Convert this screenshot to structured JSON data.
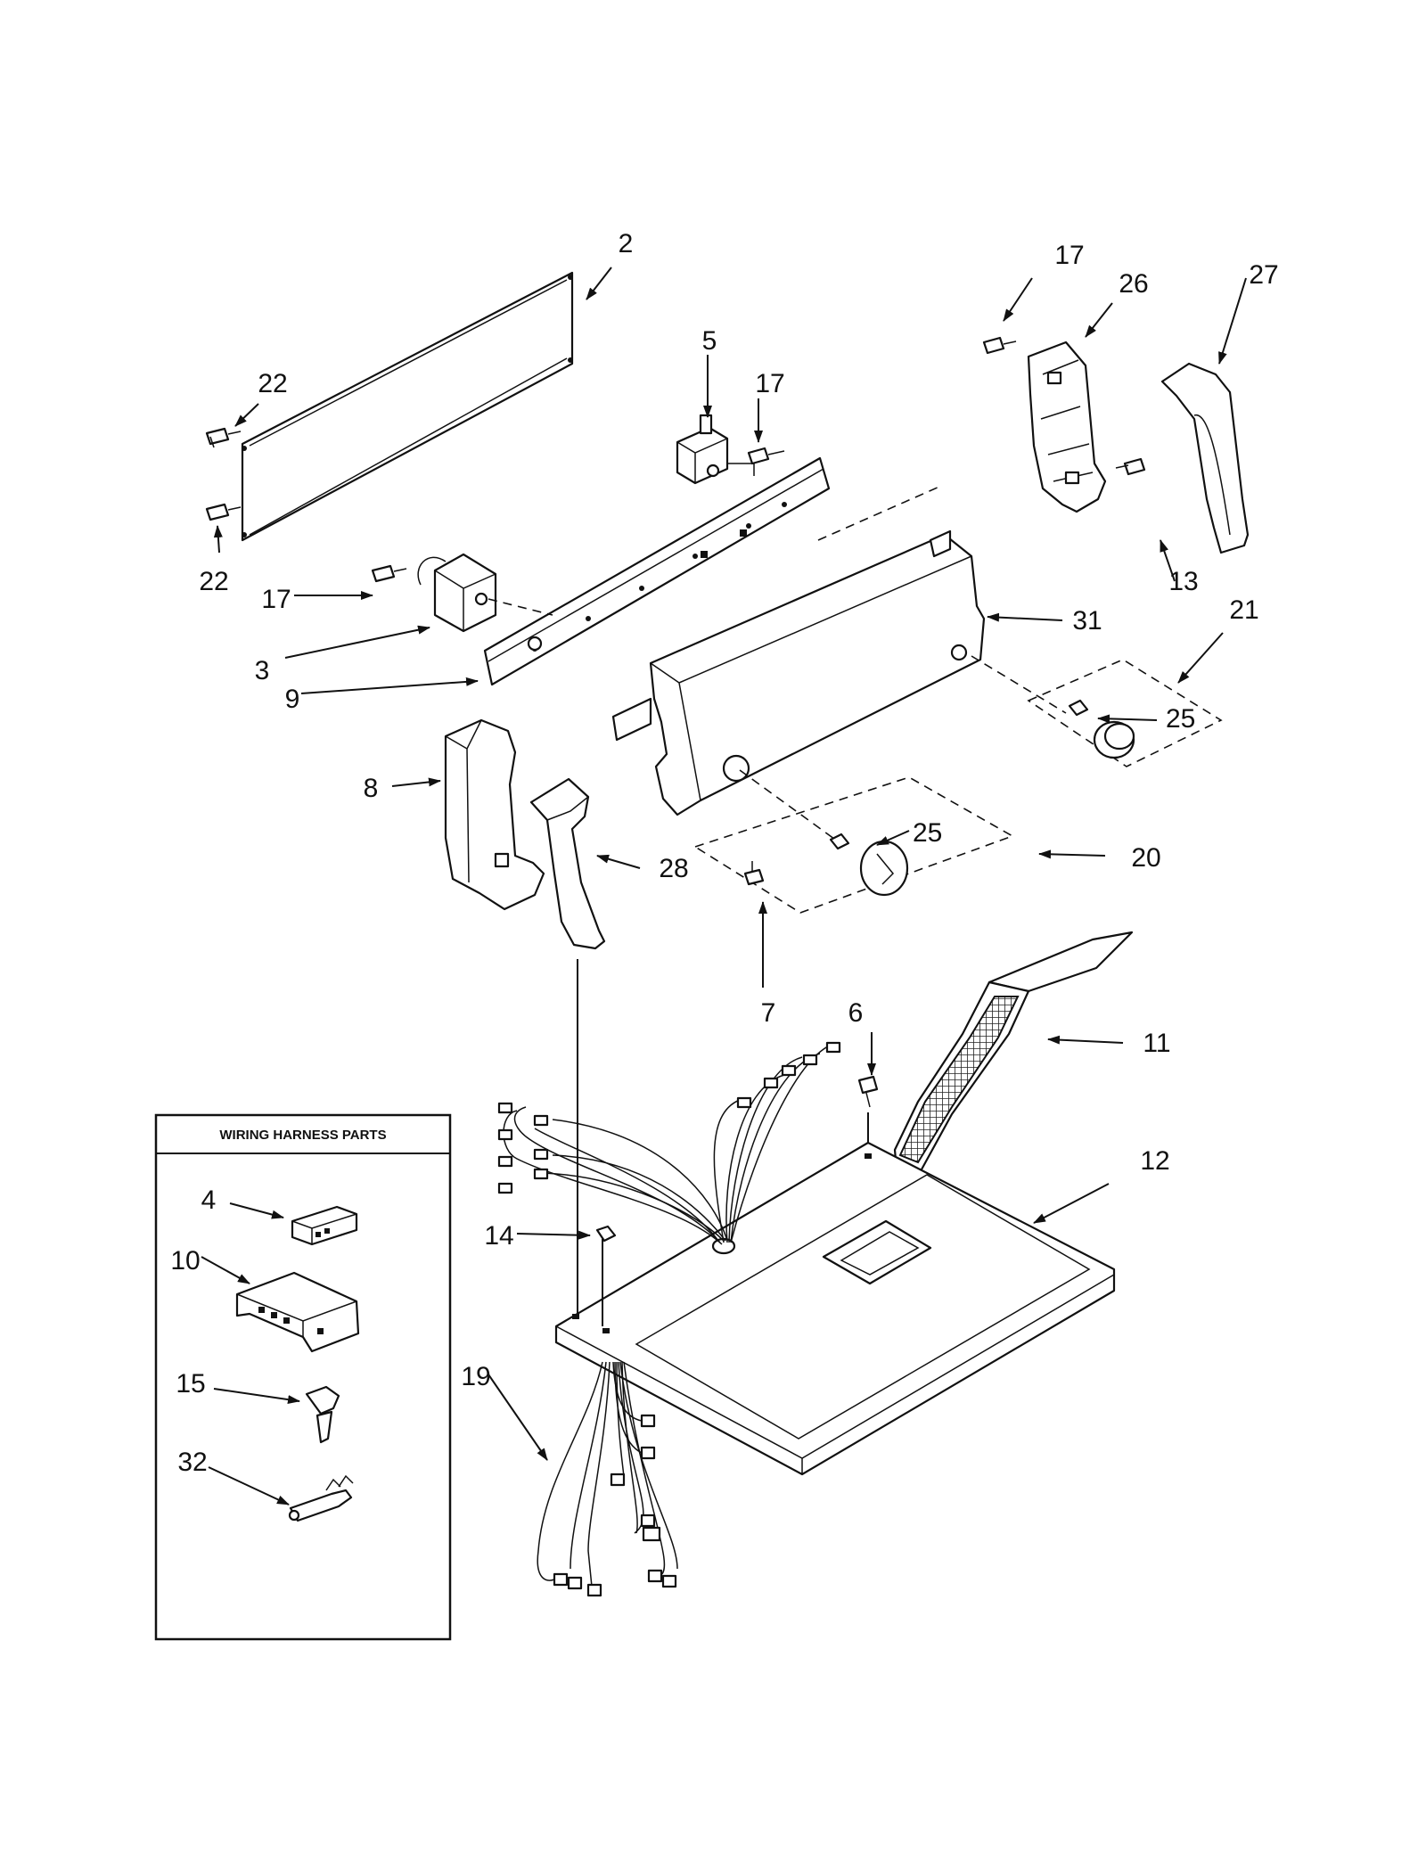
{
  "callouts": {
    "c2": "2",
    "c5": "5",
    "c17a": "17",
    "c17b": "17",
    "c17c": "17",
    "c26": "26",
    "c27": "27",
    "c22a": "22",
    "c22b": "22",
    "c3": "3",
    "c9": "9",
    "c31": "31",
    "c13": "13",
    "c21": "21",
    "c25a": "25",
    "c25b": "25",
    "c8": "8",
    "c28": "28",
    "c20": "20",
    "c7": "7",
    "c6": "6",
    "c11": "11",
    "c12": "12",
    "c14": "14",
    "c19": "19",
    "c4": "4",
    "c10": "10",
    "c15": "15",
    "c32": "32"
  },
  "wiring_box": {
    "title": "WIRING HARNESS PARTS"
  }
}
